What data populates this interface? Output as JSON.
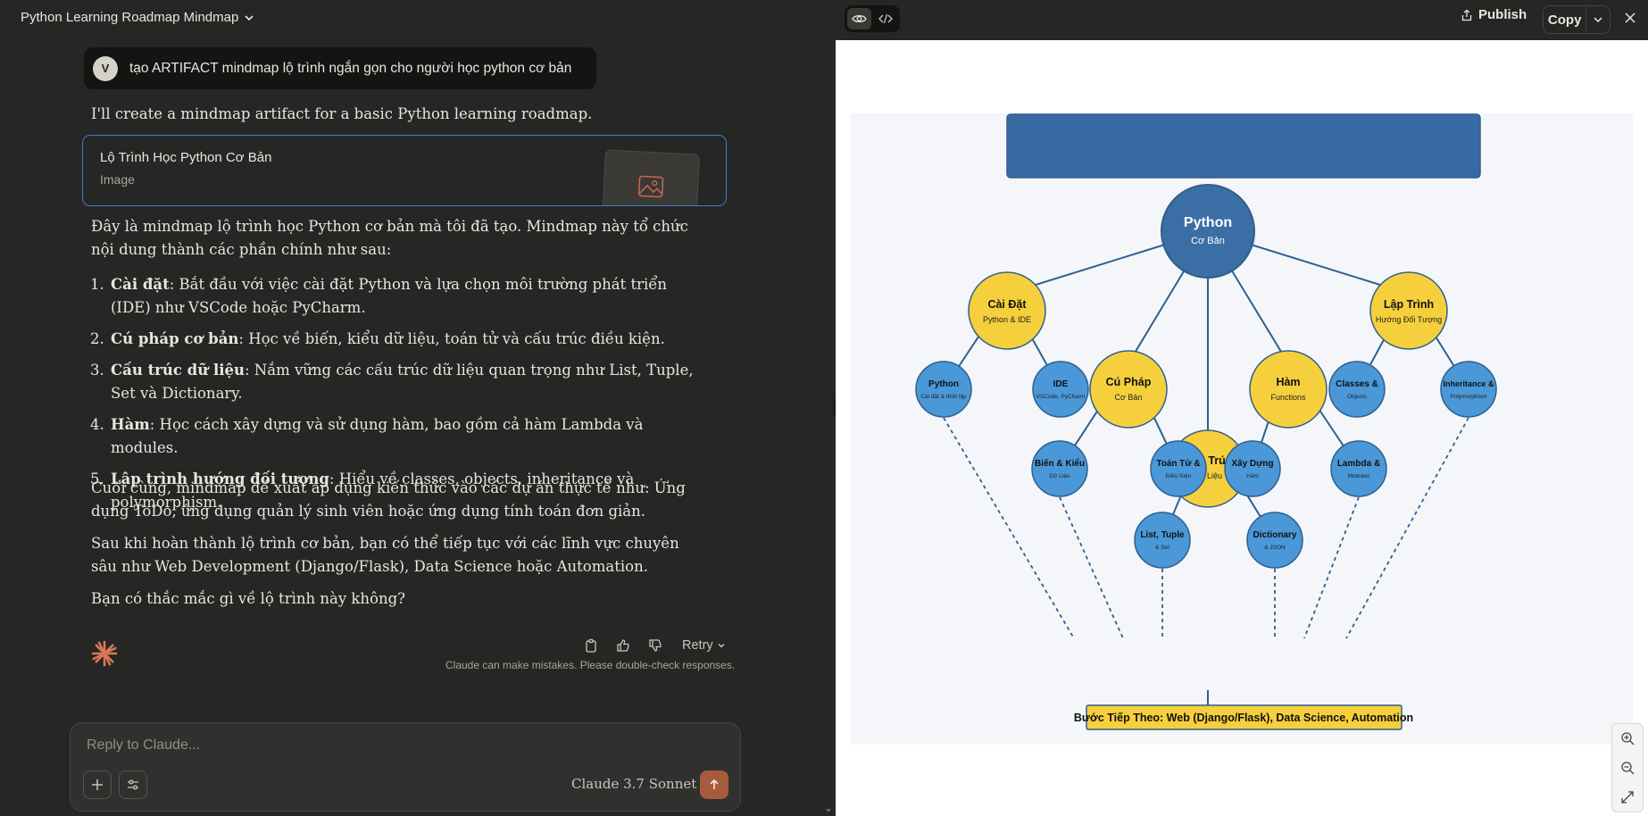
{
  "header": {
    "conversation_title": "Python Learning Roadmap Mindmap"
  },
  "user": {
    "avatar_letter": "V",
    "message": "tạo ARTIFACT mindmap lộ trình ngắn gọn cho người học python cơ bản"
  },
  "assistant": {
    "intro": "I'll create a mindmap artifact for a basic Python learning roadmap.",
    "artifact": {
      "title": "Lộ Trình Học Python Cơ Bản",
      "type": "Image"
    },
    "summary": "Đây là mindmap lộ trình học Python cơ bản mà tôi đã tạo. Mindmap này tổ chức nội dung thành các phần chính như sau:",
    "list": [
      {
        "term": "Cài đặt",
        "text": ": Bắt đầu với việc cài đặt Python và lựa chọn môi trường phát triển (IDE) như VSCode hoặc PyCharm."
      },
      {
        "term": "Cú pháp cơ bản",
        "text": ": Học về biến, kiểu dữ liệu, toán tử và cấu trúc điều kiện."
      },
      {
        "term": "Cấu trúc dữ liệu",
        "text": ": Nắm vững các cấu trúc dữ liệu quan trọng như List, Tuple, Set và Dictionary."
      },
      {
        "term": "Hàm",
        "text": ": Học cách xây dựng và sử dụng hàm, bao gồm cả hàm Lambda và modules."
      },
      {
        "term": "Lập trình hướng đối tượng",
        "text": ": Hiểu về classes, objects, inheritance và polymorphism."
      }
    ],
    "para_projects": "Cuối cùng, mindmap đề xuất áp dụng kiến thức vào các dự án thực tế như: Ứng dụng ToDo, ứng dụng quản lý sinh viên hoặc ứng dụng tính toán đơn giản.",
    "para_next": "Sau khi hoàn thành lộ trình cơ bản, bạn có thể tiếp tục với các lĩnh vực chuyên sâu như Web Development (Django/Flask), Data Science hoặc Automation.",
    "question": "Bạn có thắc mắc gì về lộ trình này không?",
    "retry_label": "Retry",
    "disclaimer": "Claude can make mistakes. Please double-check responses."
  },
  "composer": {
    "placeholder": "Reply to Claude...",
    "model": "Claude 3.7 Sonnet"
  },
  "artifact_panel": {
    "publish_label": "Publish",
    "copy_label": "Copy",
    "mindmap": {
      "root": {
        "title": "Python",
        "subtitle": "Cơ Bản"
      },
      "main_nodes": [
        {
          "id": "install",
          "title": "Cài Đặt",
          "subtitle": "Python & IDE"
        },
        {
          "id": "syntax",
          "title": "Cú Pháp",
          "subtitle": "Cơ Bản"
        },
        {
          "id": "data",
          "title": "Cấu Trúc",
          "subtitle": "Dữ Liệu"
        },
        {
          "id": "func",
          "title": "Hàm",
          "subtitle": "Functions"
        },
        {
          "id": "oop",
          "title": "Lập Trình",
          "subtitle": "Hướng Đối Tượng"
        }
      ],
      "sub_nodes": [
        {
          "id": "python",
          "title": "Python",
          "subtitle": "Cài đặt & thiết lập"
        },
        {
          "id": "ide",
          "title": "IDE",
          "subtitle": "VSCode, PyCharm"
        },
        {
          "id": "vars",
          "title": "Biến & Kiểu",
          "subtitle": "Dữ Liệu"
        },
        {
          "id": "ops",
          "title": "Toán Tử &",
          "subtitle": "Điều Kiện"
        },
        {
          "id": "list",
          "title": "List, Tuple",
          "subtitle": "& Set"
        },
        {
          "id": "dict",
          "title": "Dictionary",
          "subtitle": "& JSON"
        },
        {
          "id": "build",
          "title": "Xây Dựng",
          "subtitle": "Hàm"
        },
        {
          "id": "lambda",
          "title": "Lambda &",
          "subtitle": "Modules"
        },
        {
          "id": "classes",
          "title": "Classes &",
          "subtitle": "Objects"
        },
        {
          "id": "inherit",
          "title": "Inheritance &",
          "subtitle": "Polymorphism"
        }
      ],
      "next_step": "Bước Tiếp Theo: Web (Django/Flask), Data Science, Automation",
      "colors": {
        "root": "#3a6ea5",
        "main": "#f6cf3c",
        "sub": "#4a98d8",
        "line": "#2f5f8e",
        "banner": "#376aa2"
      }
    }
  }
}
